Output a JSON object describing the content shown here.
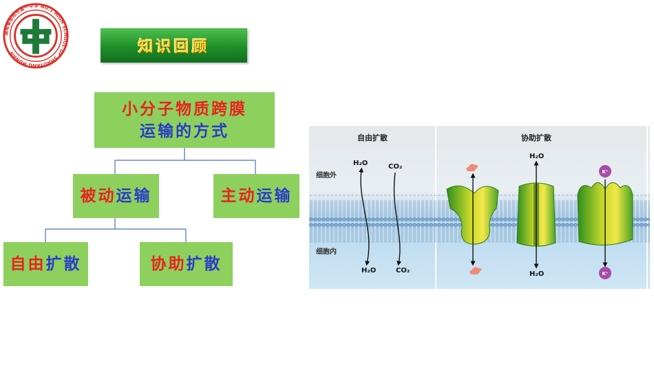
{
  "logo": {
    "ring_text": "湖南省邵阳市第一中学 NO.1 HIGH SCHOOL OF SHAOYANG HUNAN",
    "center_glyph": "中",
    "color": "#d8322b",
    "icon": "school-emblem-icon"
  },
  "title": "知识回顾",
  "concept_map": {
    "root": {
      "line1": "小分子物质跨膜",
      "line2": "运输的方式"
    },
    "passive": {
      "part1": "被动",
      "part2": "运输"
    },
    "active": {
      "part1": "主动",
      "part2": "运输"
    },
    "free": {
      "part1": "自由",
      "part2": "扩散"
    },
    "facilitated": {
      "part1": "协助",
      "part2": "扩散"
    },
    "colors": {
      "box": "#8dd05e",
      "red": "#e8231c",
      "blue": "#2a3cc8",
      "line": "#4a6fb3"
    }
  },
  "figure": {
    "panel_left_title": "自由扩散",
    "panel_right_title": "协助扩散",
    "outside_label": "细胞外",
    "inside_label": "细胞内",
    "h2o_top_1": "H₂O",
    "co2_top": "CO₂",
    "h2o_bottom_1": "H₂O",
    "co2_bottom": "CO₂",
    "h2o_top_2": "H₂O",
    "h2o_bottom_2": "H₂O",
    "k_top": "K⁺",
    "k_bottom": "K⁺"
  }
}
